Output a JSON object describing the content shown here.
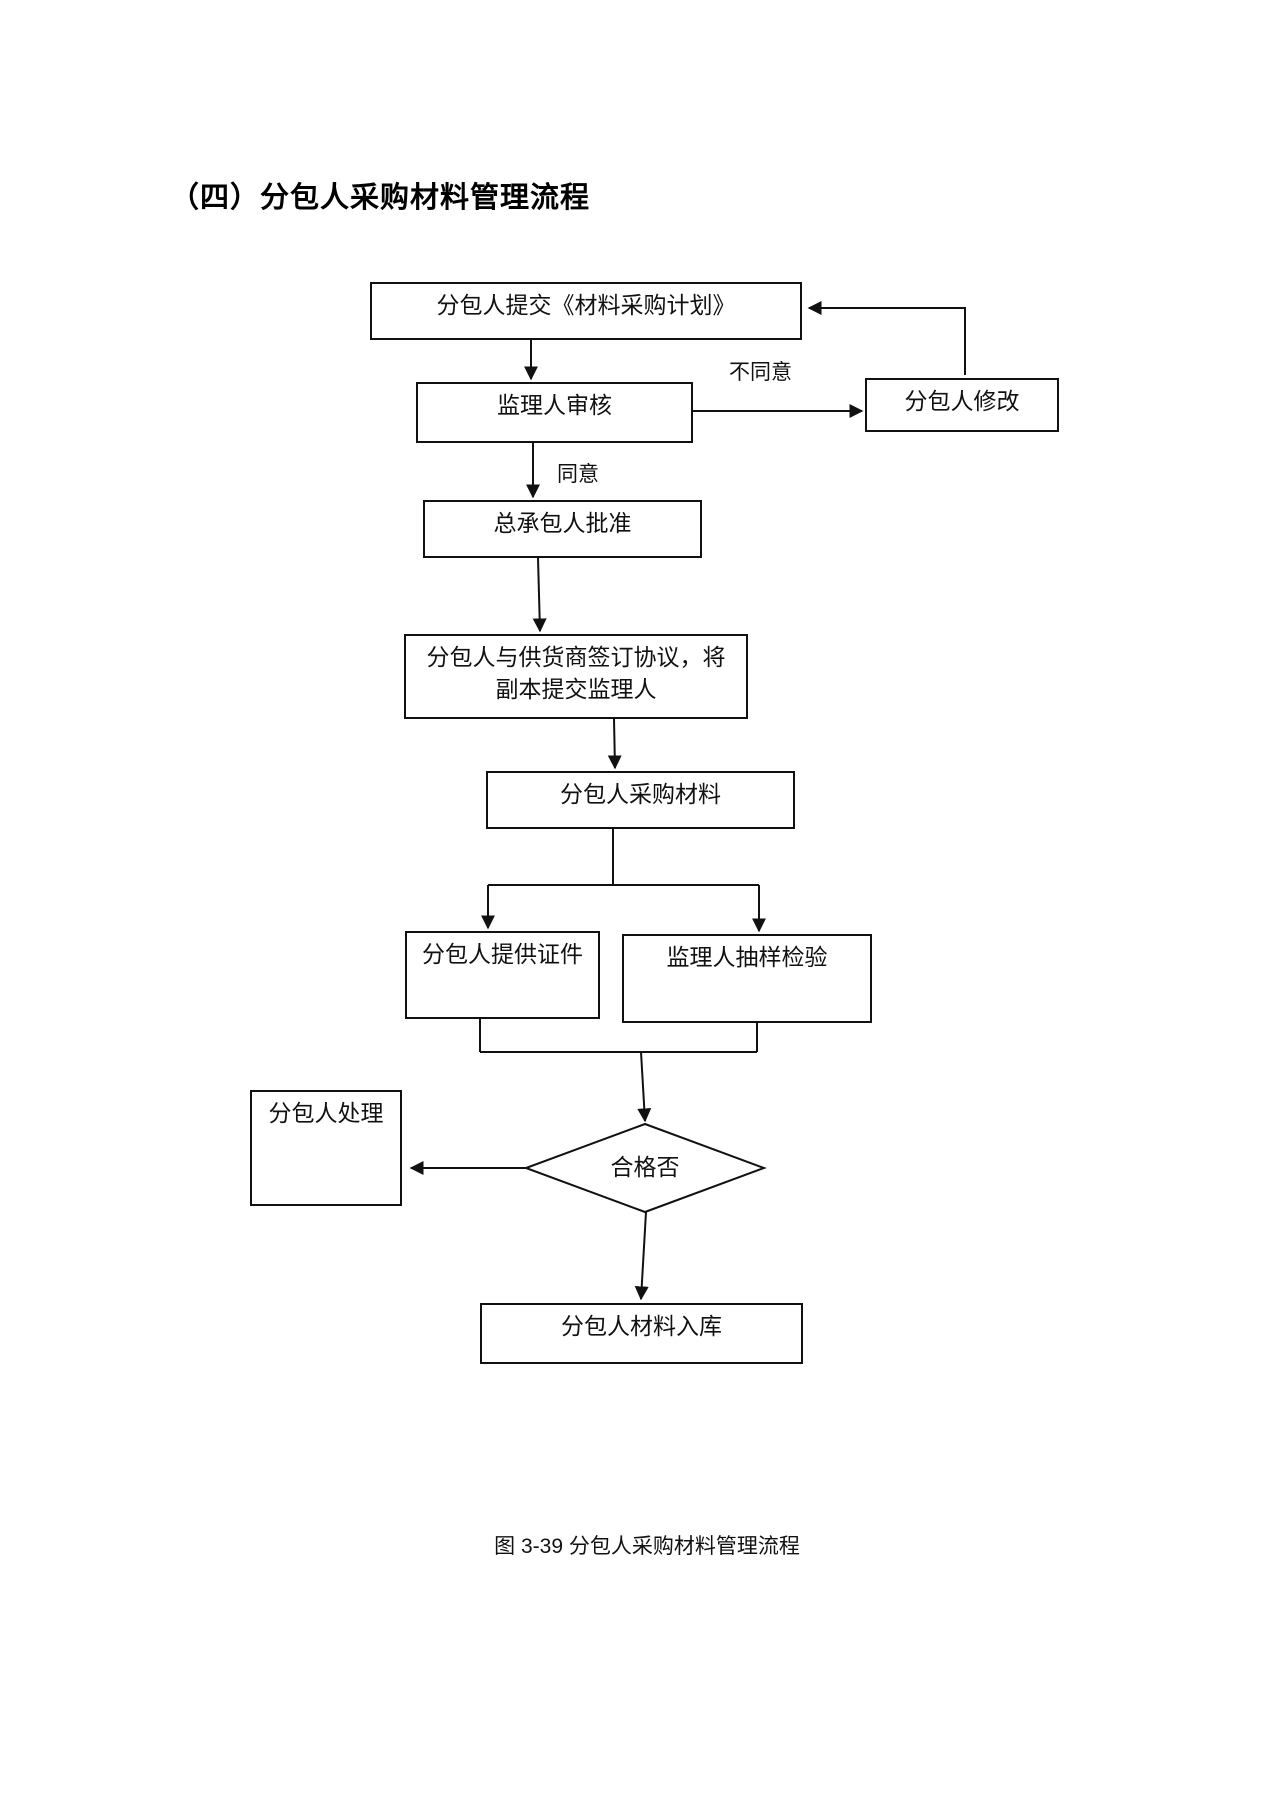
{
  "page": {
    "heading": "（四）分包人采购材料管理流程",
    "caption": "图 3-39 分包人采购材料管理流程",
    "background_color": "#ffffff"
  },
  "flowchart": {
    "line_color": "#111111",
    "nodes": {
      "submit_plan": "分包人提交《材料采购计划》",
      "supervisor_review": "监理人审核",
      "subcontractor_revise": "分包人修改",
      "contractor_approve": "总承包人批准",
      "sign_agreement": "分包人与供货商签订协议，将\n副本提交监理人",
      "procure_materials": "分包人采购材料",
      "provide_certificates": "分包人提供证件",
      "sampling_inspection": "监理人抽样检验",
      "subcontractor_handle": "分包人处理",
      "qualified_decision": "合格否",
      "materials_warehouse": "分包人材料入库"
    },
    "edge_labels": {
      "disagree": "不同意",
      "agree": "同意"
    }
  }
}
